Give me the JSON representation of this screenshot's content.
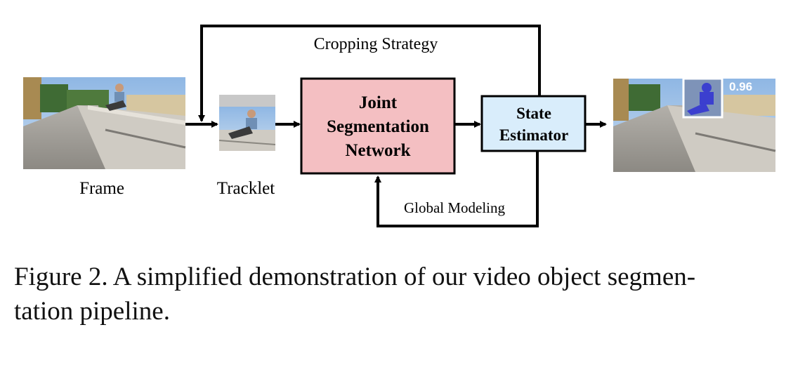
{
  "diagram": {
    "labels": {
      "cropping_strategy": "Cropping Strategy",
      "global_modeling": "Global Modeling",
      "frame": "Frame",
      "tracklet": "Tracklet"
    },
    "joint_network": {
      "lines": [
        "Joint",
        "Segmentation",
        "Network"
      ],
      "fill": "#f4bfc2"
    },
    "state_estimator": {
      "lines": [
        "State",
        "Estimator"
      ],
      "fill": "#d9edfb"
    },
    "output": {
      "score": "0.96",
      "mask_color": "#3b3fcf"
    }
  },
  "caption": {
    "line1": "Figure 2. A simplified demonstration of our video object segmen-",
    "line2": "tation pipeline."
  }
}
